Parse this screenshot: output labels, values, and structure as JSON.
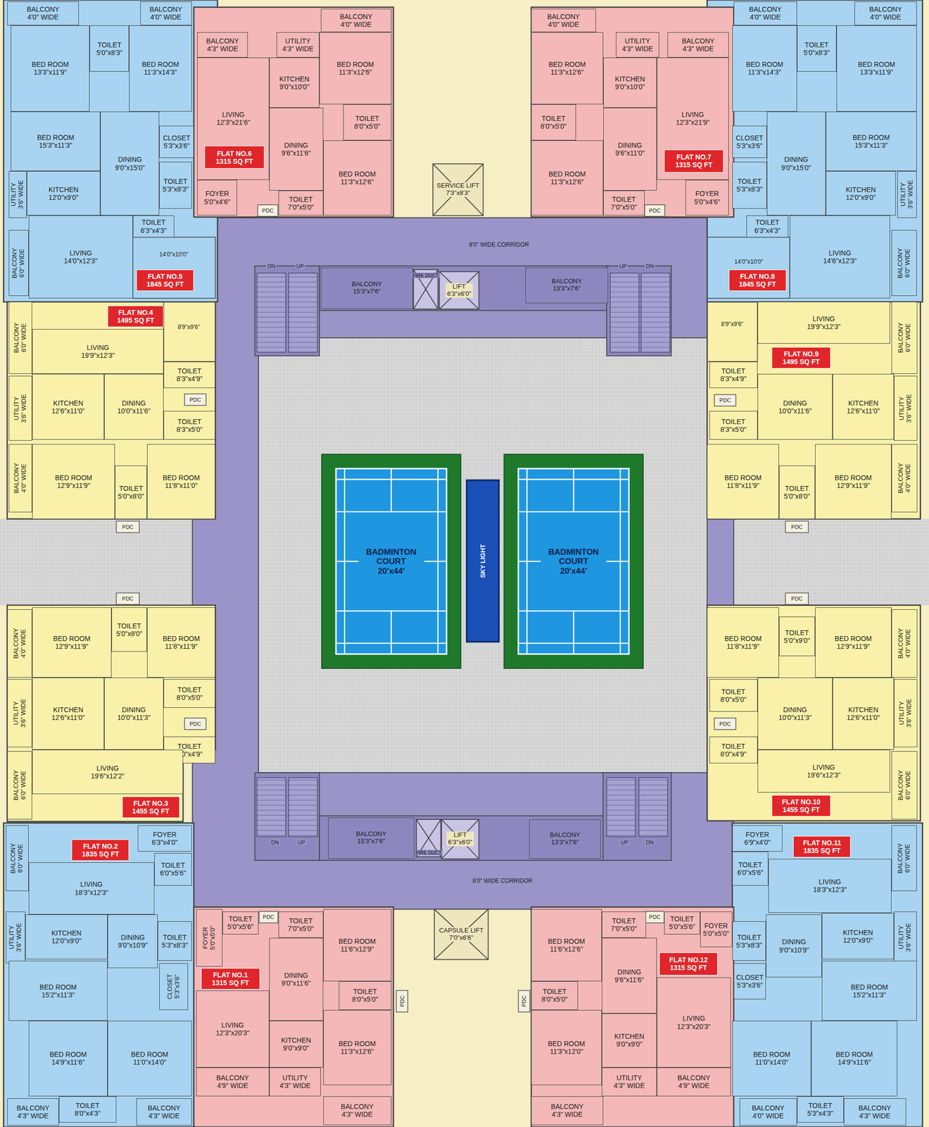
{
  "diagram": {
    "nodes": [
      {
        "text": [
          "BALCONY",
          "4'0\" WIDE"
        ]
      },
      {
        "text": [
          "BALCONY",
          "4'0\" WIDE"
        ]
      },
      {
        "text": [
          "BED ROOM",
          "13'3\"x11'9\""
        ]
      },
      {
        "text": [
          "TOILET",
          "5'0\"x8'3\""
        ]
      },
      {
        "text": [
          "BED ROOM",
          "11'3\"x14'3\""
        ]
      },
      {
        "text": [
          "BED ROOM",
          "15'3\"x11'3\""
        ]
      },
      {
        "text": [
          "CLOSET",
          "5'3\"x3'6\""
        ]
      },
      {
        "text": [
          "UTILITY",
          "3'6\" WIDE"
        ]
      },
      {
        "text": [
          "KITCHEN",
          "12'0\"x9'0\""
        ]
      },
      {
        "text": [
          "DINING",
          "9'0\"x15'0\""
        ]
      },
      {
        "text": [
          "TOILET",
          "5'3\"x8'3\""
        ]
      },
      {
        "text": [
          "TOILET",
          "6'3\"x4'3\""
        ]
      },
      {
        "text": [
          "BALCONY",
          "6'0\" WIDE"
        ]
      },
      {
        "text": [
          "LIVING",
          "14'0\"x12'3\""
        ]
      },
      {
        "text": [
          "FLAT NO.5",
          "1845 SQ FT"
        ]
      },
      {
        "text": [
          "BALCONY",
          "4'0\" WIDE"
        ]
      },
      {
        "text": [
          "BALCONY",
          "4'3\" WIDE"
        ]
      },
      {
        "text": [
          "UTILITY",
          "4'3\" WIDE"
        ]
      },
      {
        "text": [
          "BED ROOM",
          "11'3\"x12'6\""
        ]
      },
      {
        "text": [
          "KITCHEN",
          "9'0\"x10'0\""
        ]
      },
      {
        "text": [
          "LIVING",
          "12'3\"x21'6\""
        ]
      },
      {
        "text": [
          "FLAT NO.6",
          "1315 SQ FT"
        ]
      },
      {
        "text": [
          "TOILET",
          "8'0\"x5'0\""
        ]
      },
      {
        "text": [
          "DINING",
          "9'6\"x11'6\""
        ]
      },
      {
        "text": [
          "BED ROOM",
          "11'3\"x12'6\""
        ]
      },
      {
        "text": [
          "FOYER",
          "5'0\"x4'6\""
        ]
      },
      {
        "text": [
          "TOILET",
          "7'0\"x5'0\""
        ]
      },
      {
        "text": [
          "SERVICE LIFT",
          "7'3\"x8'3\""
        ]
      },
      {
        "text": [
          "BALCONY",
          "4'0\" WIDE"
        ]
      },
      {
        "text": [
          "UTILITY",
          "4'3\" WIDE"
        ]
      },
      {
        "text": [
          "BALCONY",
          "4'3\" WIDE"
        ]
      },
      {
        "text": [
          "BED ROOM",
          "11'3\"x12'6\""
        ]
      },
      {
        "text": [
          "KITCHEN",
          "9'0\"x10'0\""
        ]
      },
      {
        "text": [
          "LIVING",
          "12'3\"x21'9\""
        ]
      },
      {
        "text": [
          "TOILET",
          "8'0\"x5'0\""
        ]
      },
      {
        "text": [
          "FLAT NO.7",
          "1315 SQ FT"
        ]
      },
      {
        "text": [
          "DINING",
          "9'6\"x11'0\""
        ]
      },
      {
        "text": [
          "BED ROOM",
          "11'3\"x12'6\""
        ]
      },
      {
        "text": [
          "TOILET",
          "7'0\"x5'0\""
        ]
      },
      {
        "text": [
          "FOYER",
          "5'0\"x4'6\""
        ]
      },
      {
        "text": [
          "BALCONY",
          "4'0\" WIDE"
        ]
      },
      {
        "text": [
          "BALCONY",
          "4'0\" WIDE"
        ]
      },
      {
        "text": [
          "BED ROOM",
          "11'3\"x14'3\""
        ]
      },
      {
        "text": [
          "TOILET",
          "5'0\"x8'3\""
        ]
      },
      {
        "text": [
          "BED ROOM",
          "13'3\"x11'9\""
        ]
      },
      {
        "text": [
          "CLOSET",
          "5'3\"x3'6\""
        ]
      },
      {
        "text": [
          "DINING",
          "9'0\"x15'0\""
        ]
      },
      {
        "text": [
          "BED ROOM",
          "15'3\"x11'3\""
        ]
      },
      {
        "text": [
          "TOILET",
          "5'3\"x8'3\""
        ]
      },
      {
        "text": [
          "KITCHEN",
          "12'0\"x9'0\""
        ]
      },
      {
        "text": [
          "UTILITY",
          "3'6\" WIDE"
        ]
      },
      {
        "text": [
          "TOILET",
          "6'3\"x4'3\""
        ]
      },
      {
        "text": [
          "LIVING",
          "14'6\"x12'3\""
        ]
      },
      {
        "text": [
          "BALCONY",
          "6'0\" WIDE"
        ]
      },
      {
        "text": [
          "FLAT NO.8",
          "1845 SQ FT"
        ]
      },
      {
        "text": [
          "FLAT NO.4",
          "1495 SQ FT"
        ]
      },
      {
        "text": [
          "BALCONY",
          "6'0\" WIDE"
        ]
      },
      {
        "text": [
          "LIVING",
          "19'9\"x12'3\""
        ]
      },
      {
        "text": [
          "TOILET",
          "8'3\"x4'9\""
        ]
      },
      {
        "text": [
          "UTILITY",
          "3'6\" WIDE"
        ]
      },
      {
        "text": [
          "KITCHEN",
          "12'6\"x11'0\""
        ]
      },
      {
        "text": [
          "DINING",
          "10'0\"x11'6\""
        ]
      },
      {
        "text": [
          "TOILET",
          "8'3\"x5'0\""
        ]
      },
      {
        "text": [
          "BALCONY",
          "4'0\" WIDE"
        ]
      },
      {
        "text": [
          "BED ROOM",
          "12'9\"x11'9\""
        ]
      },
      {
        "text": [
          "TOILET",
          "5'0\"x8'0\""
        ]
      },
      {
        "text": [
          "BED ROOM",
          "11'8\"x11'0\""
        ]
      },
      {
        "text": [
          "LIVING",
          "19'9\"x12'3\""
        ]
      },
      {
        "text": [
          "BALCONY",
          "6'0\" WIDE"
        ]
      },
      {
        "text": [
          "FLAT NO.9",
          "1495 SQ FT"
        ]
      },
      {
        "text": [
          "TOILET",
          "8'3\"x4'9\""
        ]
      },
      {
        "text": [
          "DINING",
          "10'0\"x11'6\""
        ]
      },
      {
        "text": [
          "KITCHEN",
          "12'6\"x11'0\""
        ]
      },
      {
        "text": [
          "UTILITY",
          "3'6\" WIDE"
        ]
      },
      {
        "text": [
          "TOILET",
          "8'3\"x5'0\""
        ]
      },
      {
        "text": [
          "BED ROOM",
          "11'8\"x11'9\""
        ]
      },
      {
        "text": [
          "TOILET",
          "5'0\"x8'0\""
        ]
      },
      {
        "text": [
          "BED ROOM",
          "12'9\"x11'9\""
        ]
      },
      {
        "text": [
          "BALCONY",
          "4'0\" WIDE"
        ]
      },
      {
        "text": [
          "BALCONY",
          "4'0\" WIDE"
        ]
      },
      {
        "text": [
          "BED ROOM",
          "12'9\"x11'9\""
        ]
      },
      {
        "text": [
          "TOILET",
          "5'0\"x8'0\""
        ]
      },
      {
        "text": [
          "BED ROOM",
          "11'8\"x11'9\""
        ]
      },
      {
        "text": [
          "TOILET",
          "8'0\"x5'0\""
        ]
      },
      {
        "text": [
          "UTILITY",
          "3'6\" WIDE"
        ]
      },
      {
        "text": [
          "KITCHEN",
          "12'6\"x11'0\""
        ]
      },
      {
        "text": [
          "DINING",
          "10'0\"x11'3\""
        ]
      },
      {
        "text": [
          "TOILET",
          "8'0\"x4'9\""
        ]
      },
      {
        "text": [
          "BALCONY",
          "6'0\" WIDE"
        ]
      },
      {
        "text": [
          "LIVING",
          "19'6\"x12'2\""
        ]
      },
      {
        "text": [
          "FLAT NO.3",
          "1455 SQ FT"
        ]
      },
      {
        "text": [
          "BED ROOM",
          "11'8\"x11'9\""
        ]
      },
      {
        "text": [
          "TOILET",
          "5'0\"x9'0\""
        ]
      },
      {
        "text": [
          "BED ROOM",
          "12'9\"x11'9\""
        ]
      },
      {
        "text": [
          "BALCONY",
          "4'0\" WIDE"
        ]
      },
      {
        "text": [
          "TOILET",
          "8'0\"x5'0\""
        ]
      },
      {
        "text": [
          "DINING",
          "10'0\"x11'3\""
        ]
      },
      {
        "text": [
          "KITCHEN",
          "12'6\"x11'0\""
        ]
      },
      {
        "text": [
          "UTILITY",
          "3'6\" WIDE"
        ]
      },
      {
        "text": [
          "TOILET",
          "8'0\"x4'9\""
        ]
      },
      {
        "text": [
          "LIVING",
          "19'6\"x12'3\""
        ]
      },
      {
        "text": [
          "BALCONY",
          "6'0\" WIDE"
        ]
      },
      {
        "text": [
          "FLAT NO.10",
          "1455 SQ FT"
        ]
      },
      {
        "text": [
          "BALCONY",
          "6'0\" WIDE"
        ]
      },
      {
        "text": [
          "FLAT NO.2",
          "1835 SQ FT"
        ]
      },
      {
        "text": [
          "FOYER",
          "6'3\"x4'0\""
        ]
      },
      {
        "text": [
          "TOILET",
          "6'0\"x5'6\""
        ]
      },
      {
        "text": [
          "LIVING",
          "18'3\"x12'3\""
        ]
      },
      {
        "text": [
          "UTILITY",
          "3'6\" WIDE"
        ]
      },
      {
        "text": [
          "KITCHEN",
          "12'0\"x9'0\""
        ]
      },
      {
        "text": [
          "DINING",
          "9'0\"x10'9\""
        ]
      },
      {
        "text": [
          "TOILET",
          "5'3\"x8'3\""
        ]
      },
      {
        "text": [
          "BED ROOM",
          "15'2\"x11'3\""
        ]
      },
      {
        "text": [
          "CLOSET",
          "5'3\"x3'6\""
        ]
      },
      {
        "text": [
          "BED ROOM",
          "14'9\"x11'6\""
        ]
      },
      {
        "text": [
          "BED ROOM",
          "11'0\"x14'0\""
        ]
      },
      {
        "text": [
          "BALCONY",
          "4'3\" WIDE"
        ]
      },
      {
        "text": [
          "TOILET",
          "8'0\"x4'3\""
        ]
      },
      {
        "text": [
          "BALCONY",
          "4'3\" WIDE"
        ]
      },
      {
        "text": [
          "FOYER",
          "5'0\"x5'0\""
        ]
      },
      {
        "text": [
          "TOILET",
          "5'0\"x5'6\""
        ]
      },
      {
        "text": [
          "TOILET",
          "7'0\"x5'0\""
        ]
      },
      {
        "text": [
          "BED ROOM",
          "11'6\"x12'9\""
        ]
      },
      {
        "text": [
          "FLAT NO.1",
          "1315 SQ FT"
        ]
      },
      {
        "text": [
          "DINING",
          "9'0\"x11'6\""
        ]
      },
      {
        "text": [
          "LIVING",
          "12'3\"x20'3\""
        ]
      },
      {
        "text": [
          "TOILET",
          "8'0\"x5'0\""
        ]
      },
      {
        "text": [
          "KITCHEN",
          "9'0\"x9'0\""
        ]
      },
      {
        "text": [
          "BED ROOM",
          "11'3\"x12'6\""
        ]
      },
      {
        "text": [
          "BALCONY",
          "4'9\" WIDE"
        ]
      },
      {
        "text": [
          "UTILITY",
          "4'3\" WIDE"
        ]
      },
      {
        "text": [
          "BALCONY",
          "4'3\" WIDE"
        ]
      },
      {
        "text": [
          "CAPSULE LIFT",
          "7'0\"x6'6\""
        ]
      },
      {
        "text": [
          "BED ROOM",
          "11'6\"x12'6\""
        ]
      },
      {
        "text": [
          "TOILET",
          "7'0\"x5'0\""
        ]
      },
      {
        "text": [
          "TOILET",
          "5'0\"x5'6\""
        ]
      },
      {
        "text": [
          "FOYER",
          "5'0\"x5'0\""
        ]
      },
      {
        "text": [
          "DINING",
          "9'6\"x11'6\""
        ]
      },
      {
        "text": [
          "FLAT NO.12",
          "1315 SQ FT"
        ]
      },
      {
        "text": [
          "LIVING",
          "12'3\"x20'3\""
        ]
      },
      {
        "text": [
          "TOILET",
          "8'0\"x5'0\""
        ]
      },
      {
        "text": [
          "KITCHEN",
          "9'0\"x9'0\""
        ]
      },
      {
        "text": [
          "BED ROOM",
          "11'3\"x12'0\""
        ]
      },
      {
        "text": [
          "UTILITY",
          "4'3\" WIDE"
        ]
      },
      {
        "text": [
          "BALCONY",
          "4'9\" WIDE"
        ]
      },
      {
        "text": [
          "BALCONY",
          "4'3\" WIDE"
        ]
      },
      {
        "text": [
          "FOYER",
          "6'9\"x4'0\""
        ]
      },
      {
        "text": [
          "FLAT NO.11",
          "1835 SQ FT"
        ]
      },
      {
        "text": [
          "BALCONY",
          "6'0\" WIDE"
        ]
      },
      {
        "text": [
          "TOILET",
          "6'0\"x5'6\""
        ]
      },
      {
        "text": [
          "LIVING",
          "18'3\"x12'3\""
        ]
      },
      {
        "text": [
          "TOILET",
          "5'3\"x8'3\""
        ]
      },
      {
        "text": [
          "DINING",
          "9'0\"x10'9\""
        ]
      },
      {
        "text": [
          "KITCHEN",
          "12'0\"x9'0\""
        ]
      },
      {
        "text": [
          "UTILITY",
          "3'6\" WIDE"
        ]
      },
      {
        "text": [
          "CLOSET",
          "5'3\"x3'6\""
        ]
      },
      {
        "text": [
          "BED ROOM",
          "15'2\"x11'3\""
        ]
      },
      {
        "text": [
          "BED ROOM",
          "11'0\"x14'0\""
        ]
      },
      {
        "text": [
          "BED ROOM",
          "14'9\"x11'6\""
        ]
      },
      {
        "text": [
          "BALCONY",
          "4'0\" WIDE"
        ]
      },
      {
        "text": [
          "TOILET",
          "5'3\"x4'3\""
        ]
      },
      {
        "text": [
          "BALCONY",
          "4'3\" WIDE"
        ]
      },
      {
        "text": [
          "BALCONY",
          "15'3\"x7'6\""
        ]
      },
      {
        "text": [
          "LIFT",
          "6'3\"x6'0\""
        ]
      },
      {
        "text": [
          "BALCONY",
          "13'3\"x7'6\""
        ]
      },
      {
        "text": [
          "BADMINTON COURT",
          "20'x44'"
        ]
      },
      {
        "text": [
          "SKY LIGHT"
        ]
      },
      {
        "text": [
          "BADMINTON COURT",
          "20'x44'"
        ]
      },
      {
        "text": [
          "BALCONY",
          "15'3\"x7'6\""
        ]
      },
      {
        "text": [
          "LIFT",
          "6'3\"x6'0\""
        ]
      },
      {
        "text": [
          "BALCONY",
          "13'3\"x7'6\""
        ]
      }
    ],
    "labels": [
      "14'0\"x10'0\"",
      "PDC",
      "PDC",
      "14'0\"x10'0\"",
      "8'0\" WIDE CORRIDOR",
      "DN",
      "UP",
      "FIRE DUCT",
      "UP",
      "DN",
      "8'9\"x9'6\"",
      "8'9\"x9'6\"",
      "PDC",
      "PDC",
      "PDC",
      "PDC",
      "PDC",
      "PDC",
      "PDC",
      "PDC",
      "DN",
      "UP",
      "FIRE DUCT",
      "UP",
      "DN",
      "8'0\" WIDE CORRIDOR",
      "PDC",
      "PDC",
      "PDC",
      "PDC"
    ]
  }
}
